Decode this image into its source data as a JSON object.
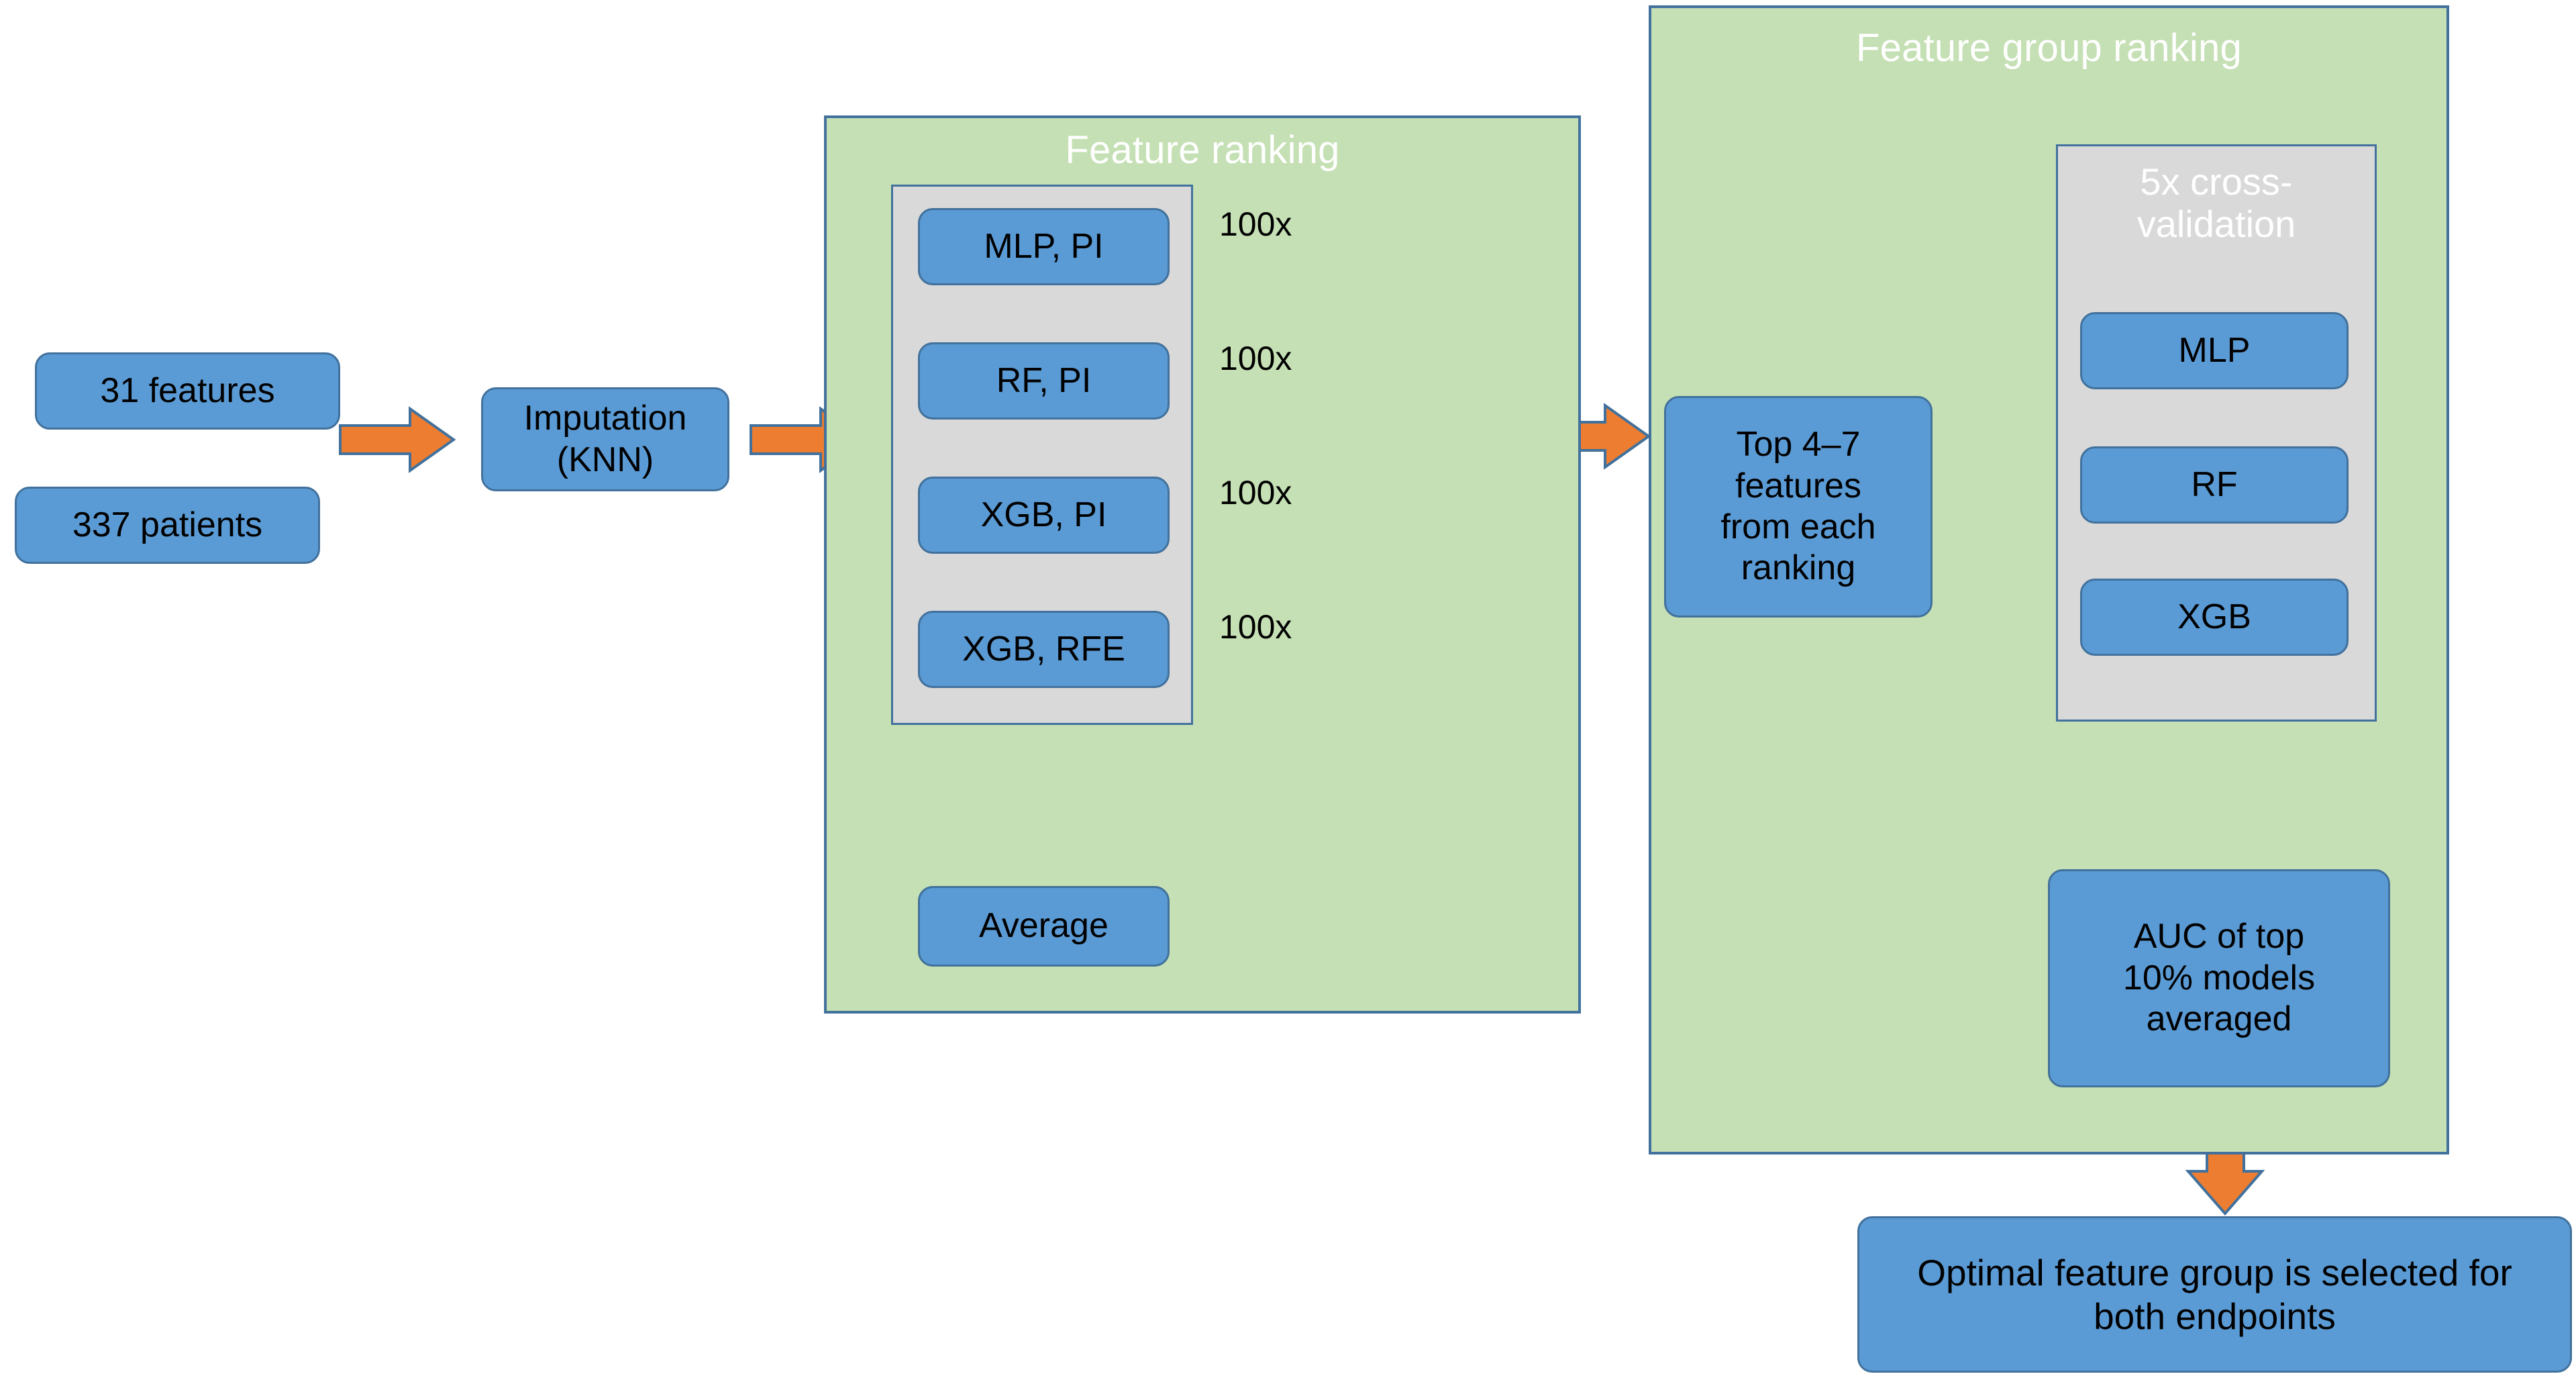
{
  "diagram": {
    "title": "Machine learning feature selection pipeline",
    "colors": {
      "blue_fill": "#5B9BD5",
      "blue_border": "#41719C",
      "green_panel": "#C5E0B4",
      "gray_panel": "#D9D9D9",
      "orange_arrow": "#ED7D31",
      "white_text": "#FFFFFF",
      "black_text": "#000000"
    }
  },
  "inputs": {
    "features_box": "31 features",
    "patients_box": "337 patients"
  },
  "preprocessing": {
    "imputation_box": "Imputation\n(KNN)"
  },
  "feature_ranking": {
    "panel_title": "Feature ranking",
    "methods": [
      {
        "label": "MLP, PI",
        "repeat": "100x"
      },
      {
        "label": "RF, PI",
        "repeat": "100x"
      },
      {
        "label": "XGB, PI",
        "repeat": "100x"
      },
      {
        "label": "XGB, RFE",
        "repeat": "100x"
      }
    ],
    "average_box": "Average"
  },
  "selection": {
    "top_features_box": "Top 4–7\nfeatures\nfrom each\nranking"
  },
  "feature_group_ranking": {
    "panel_title": "Feature group ranking",
    "cv_title": "5x cross-\nvalidation",
    "models": [
      {
        "label": "MLP"
      },
      {
        "label": "RF"
      },
      {
        "label": "XGB"
      }
    ],
    "auc_box": "AUC of top\n10% models\naveraged"
  },
  "output": {
    "final_box": "Optimal feature  group is selected for\nboth endpoints"
  },
  "connectors": {
    "orange_arrow_1": "orange-right-arrow",
    "orange_arrow_2": "orange-right-arrow",
    "orange_arrow_3": "orange-right-arrow",
    "orange_arrow_4": "orange-right-arrow",
    "orange_arrow_down_1": "orange-down-arrow",
    "orange_arrow_down_2": "orange-down-arrow",
    "blue_arrow_down": "blue-down-arrow",
    "brace": "right-curly-brace",
    "diagonal_arrow": "diagonal-up-right-arrow"
  }
}
